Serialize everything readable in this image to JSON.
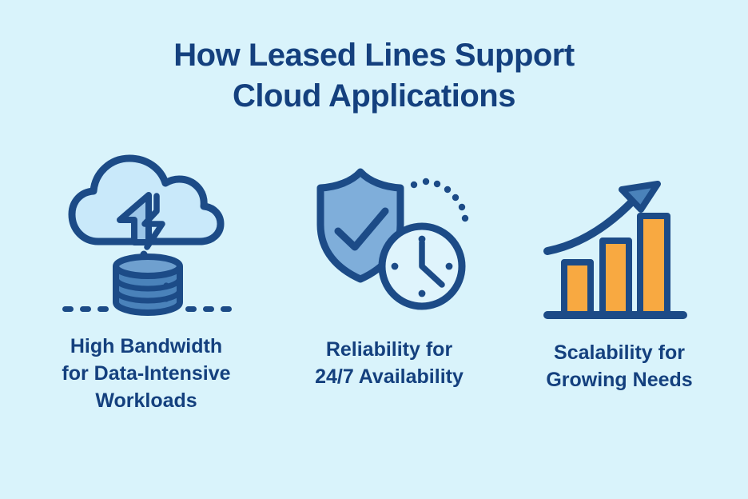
{
  "title": "How Leased Lines Support Cloud Applications",
  "title_lines": [
    "How Leased Lines Support",
    "Cloud Applications"
  ],
  "features": [
    {
      "icon": "cloud-database-icon",
      "caption": "High Bandwidth for Data-Intensive Workloads",
      "caption_lines": [
        "High Bandwidth",
        "for Data-Intensive",
        "Workloads"
      ]
    },
    {
      "icon": "shield-clock-icon",
      "caption": "Reliability for 24/7 Availability",
      "caption_lines": [
        "Reliability for",
        "24/7 Availability"
      ]
    },
    {
      "icon": "growth-chart-icon",
      "caption": "Scalability for Growing Needs",
      "caption_lines": [
        "Scalability for",
        "Growing Needs"
      ]
    }
  ],
  "colors": {
    "background": "#D9F3FB",
    "text-navy": "#14407E",
    "icon-navy": "#1C4B87",
    "light-blue": "#C9E9FA",
    "shade-blue": "#9CC6E8",
    "mid-blue": "#7FAEDA",
    "steel-blue": "#4A82BA",
    "soft-blue": "#6FA0CF",
    "clock-face": "#DFF4FC",
    "orange": "#F8A941"
  }
}
